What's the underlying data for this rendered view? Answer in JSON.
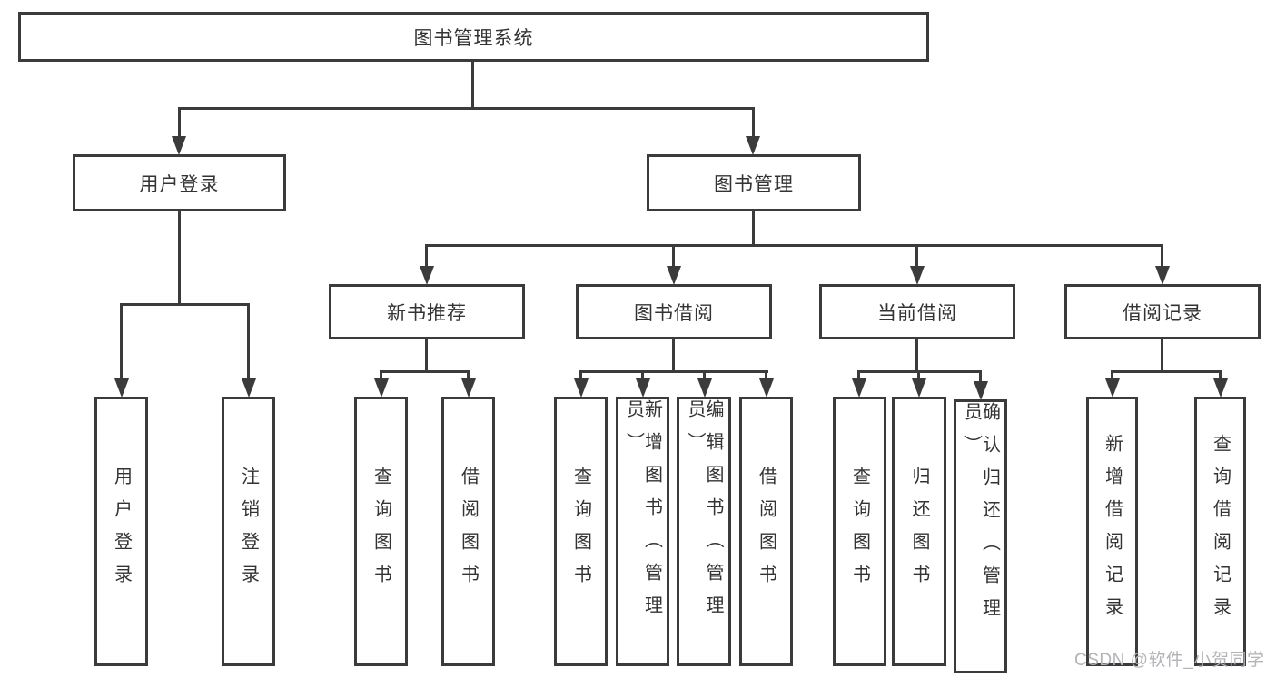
{
  "diagram": {
    "root": {
      "label": "图书管理系统"
    },
    "branches": [
      {
        "label": "用户登录",
        "children": [
          {
            "label": "用户登录"
          },
          {
            "label": "注销登录"
          }
        ]
      },
      {
        "label": "图书管理",
        "children": [
          {
            "label": "新书推荐",
            "children": [
              {
                "label": "查询图书"
              },
              {
                "label": "借阅图书"
              }
            ]
          },
          {
            "label": "图书借阅",
            "children": [
              {
                "label": "查询图书"
              },
              {
                "label": "新增图书（管理员）"
              },
              {
                "label": "编辑图书（管理员）"
              },
              {
                "label": "借阅图书"
              }
            ]
          },
          {
            "label": "当前借阅",
            "children": [
              {
                "label": "查询图书"
              },
              {
                "label": "归还图书"
              },
              {
                "label": "确认归还（管理员）"
              }
            ]
          },
          {
            "label": "借阅记录",
            "children": [
              {
                "label": "新增借阅记录"
              },
              {
                "label": "查询借阅记录"
              }
            ]
          }
        ]
      }
    ]
  },
  "watermark": {
    "text": "CSDN @软件_小贺同学",
    "color": "#b3b3b8"
  },
  "colors": {
    "line": "#3b3b3b",
    "box_border": "#3b3b3b",
    "box_fill": "#ffffff",
    "text": "#333333"
  }
}
